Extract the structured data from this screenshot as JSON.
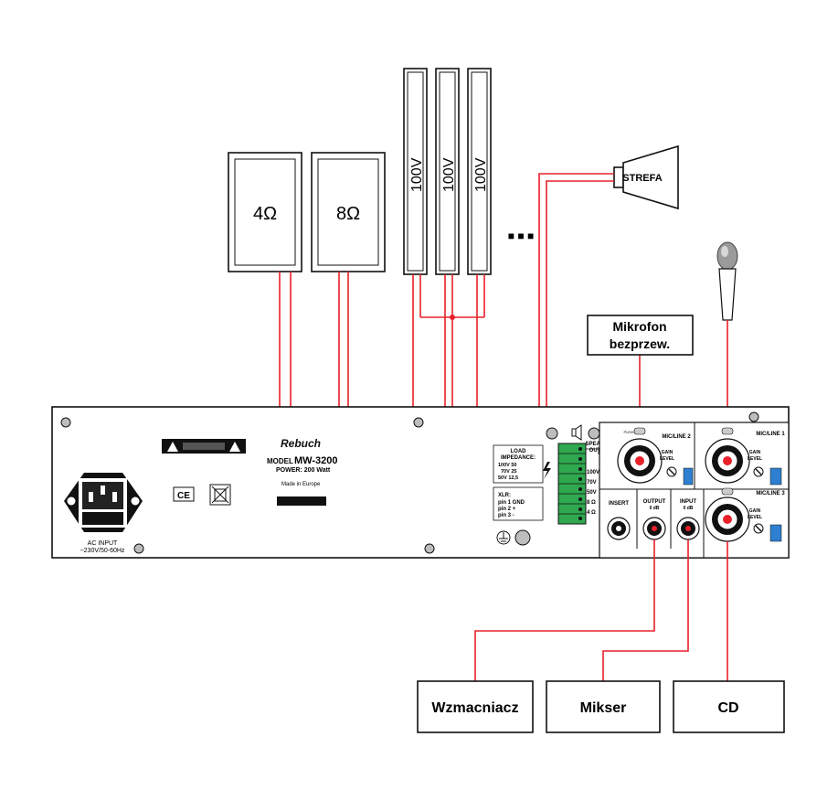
{
  "speakers": {
    "s4": {
      "label": "4Ω"
    },
    "s8": {
      "label": "8Ω"
    },
    "columns": [
      "100V",
      "100V",
      "100V"
    ],
    "more": "■ ■ ■",
    "horn": "STREFA"
  },
  "sources": {
    "mikrofon_line1": "Mikrofon",
    "mikrofon_line2": "bezprzew.",
    "wzmacniacz": "Wzmacniacz",
    "mikser": "Mikser",
    "cd": "CD"
  },
  "panel": {
    "brand": "Rebuch",
    "model_prefix": "MODEL",
    "model": "MW-3200",
    "power": "POWER: 200 Watt",
    "made_in": "Made in Europe",
    "ce": "CE",
    "ac_input_1": "AC INPUT",
    "ac_input_2": "~230V/50-60Hz",
    "load_imp_1": "LOAD",
    "load_imp_2": "IMPEDANCE:",
    "load_row1": "100V   50",
    "load_row2": "70V    25",
    "load_row3": "50V   12,5",
    "xlr_title": "XLR:",
    "xlr_pin1": "pin 1 GND",
    "xlr_pin2": "pin 2 +",
    "xlr_pin3": "pin 3 -",
    "speaker_out_1": "SPEAKER",
    "speaker_out_2": "OUT",
    "term_labels": [
      "100V",
      "70V",
      "50V",
      "8 Ω",
      "4 Ω"
    ],
    "insert": "INSERT",
    "output": "OUTPUT",
    "output_db": "0 dB",
    "input": "INPUT",
    "input_db": "0 dB",
    "mic_line1": "MIC/LINE 1",
    "mic_line2": "MIC/LINE 2",
    "mic_line3": "MIC/LINE 3",
    "gain_1": "GAIN",
    "gain_2": "LEVEL",
    "push": "PUSH"
  },
  "colors": {
    "wire": "#e8202a",
    "terminal": "#2fa84f",
    "dip": "#2e7fd0"
  }
}
